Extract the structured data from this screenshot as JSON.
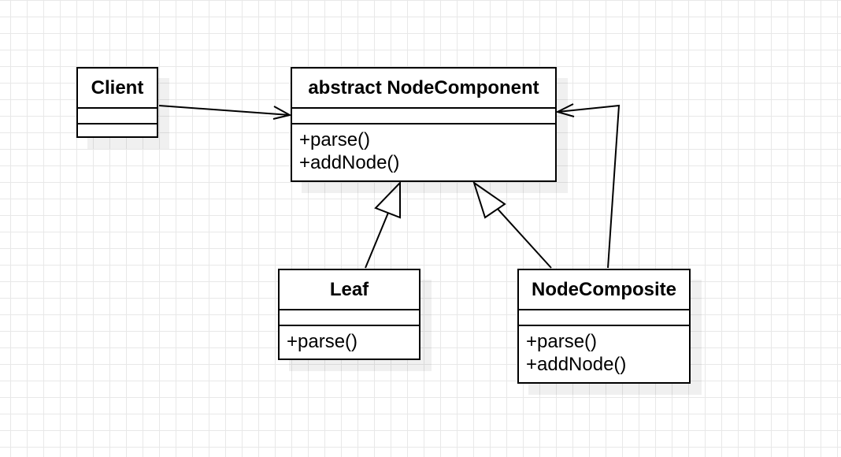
{
  "colors": {
    "stroke": "#000000",
    "fill": "#ffffff",
    "grid": "#e8e8e8"
  },
  "classes": {
    "client": {
      "name": "Client",
      "attributes": [],
      "operations": []
    },
    "component": {
      "name": "abstract NodeComponent",
      "attributes": [],
      "operations": [
        "+parse()",
        "+addNode()"
      ]
    },
    "leaf": {
      "name": "Leaf",
      "attributes": [],
      "operations": [
        "+parse()"
      ]
    },
    "composite": {
      "name": "NodeComposite",
      "attributes": [],
      "operations": [
        "+parse()",
        "+addNode()"
      ]
    }
  },
  "relationships": [
    {
      "from": "client",
      "to": "component",
      "type": "association"
    },
    {
      "from": "leaf",
      "to": "component",
      "type": "generalization"
    },
    {
      "from": "composite",
      "to": "component",
      "type": "generalization"
    },
    {
      "from": "composite",
      "to": "component",
      "type": "aggregation-association"
    }
  ]
}
